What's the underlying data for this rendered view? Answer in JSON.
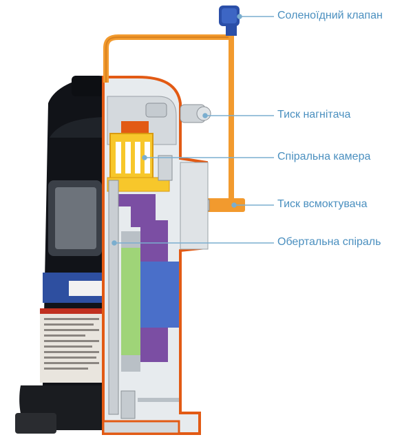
{
  "labels": {
    "solenoid_valve": "Соленоїдний клапан",
    "discharge_pressure": "Тиск нагнітача",
    "scroll_chamber": "Спіральна камера",
    "suction_pressure": "Тиск всмоктувача",
    "orbiting_scroll": "Обертальна спіраль"
  },
  "colors": {
    "shell_black": "#111318",
    "shell_cut": "#e7ebee",
    "shell_outline": "#e25a14",
    "pipe": "#f29a2e",
    "scroll_yellow": "#f7c72b",
    "motor_green": "#9fd478",
    "motor_blue": "#4a6fc9",
    "motor_purple": "#7b4ea3",
    "valve_blue": "#2b4fa8",
    "label_blue": "#4a8fbf",
    "band_blue": "#2e4fa0"
  }
}
